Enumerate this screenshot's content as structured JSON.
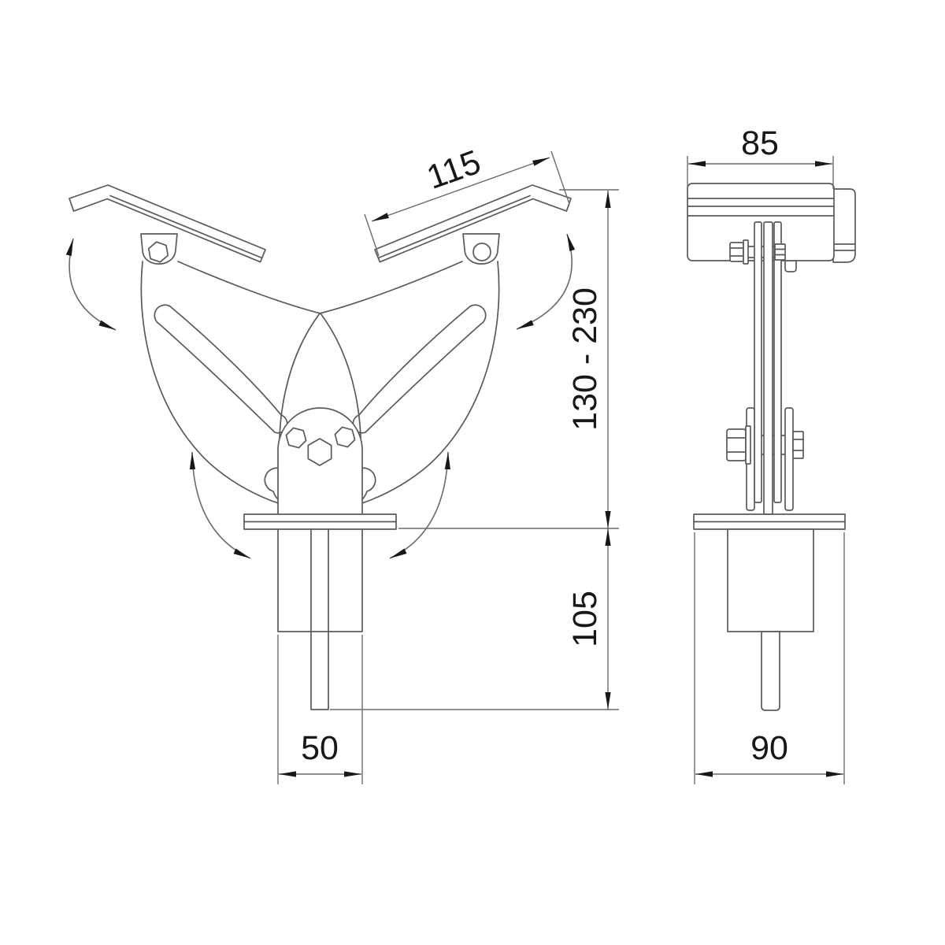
{
  "colors": {
    "background": "#ffffff",
    "part_line": "#5a5a5a",
    "dim_line": "#6b6b6b",
    "ink": "#181818"
  },
  "dimensions": {
    "front": {
      "pad_length": "115",
      "height_range": "130 - 230",
      "lower_section": "105",
      "column_width": "50"
    },
    "side": {
      "pad_width": "85",
      "base_width": "90"
    }
  }
}
